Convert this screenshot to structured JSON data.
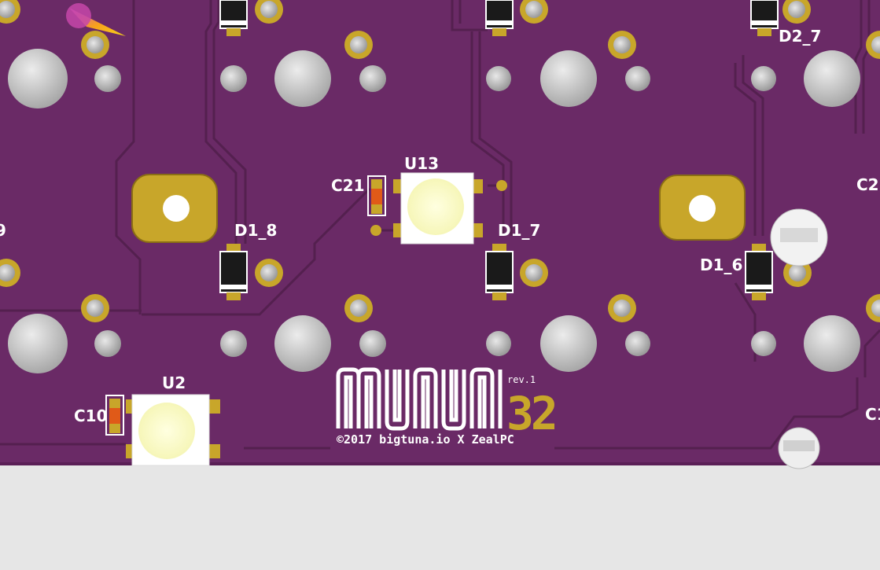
{
  "viewer": {
    "title": "3D PCB Viewer",
    "background_color": "#e6e6e6"
  },
  "board": {
    "soldermask_color": "#6a2a66",
    "copper_color": "#c8a62a",
    "silk_color": "#ffffff",
    "logo": {
      "name": "MIUNI",
      "number": "32",
      "revision": "rev.1",
      "credit": "©2017 bigtuna.io X ZealPC"
    },
    "designators": {
      "c21": "C21",
      "u13": "U13",
      "d1_8": "D1_8",
      "d1_7": "D1_7",
      "d1_6": "D1_6",
      "d2_7": "D2_7",
      "u2": "U2",
      "c10": "C10",
      "c2x": "C2",
      "c1x": "C1",
      "edge_left": "9"
    }
  }
}
